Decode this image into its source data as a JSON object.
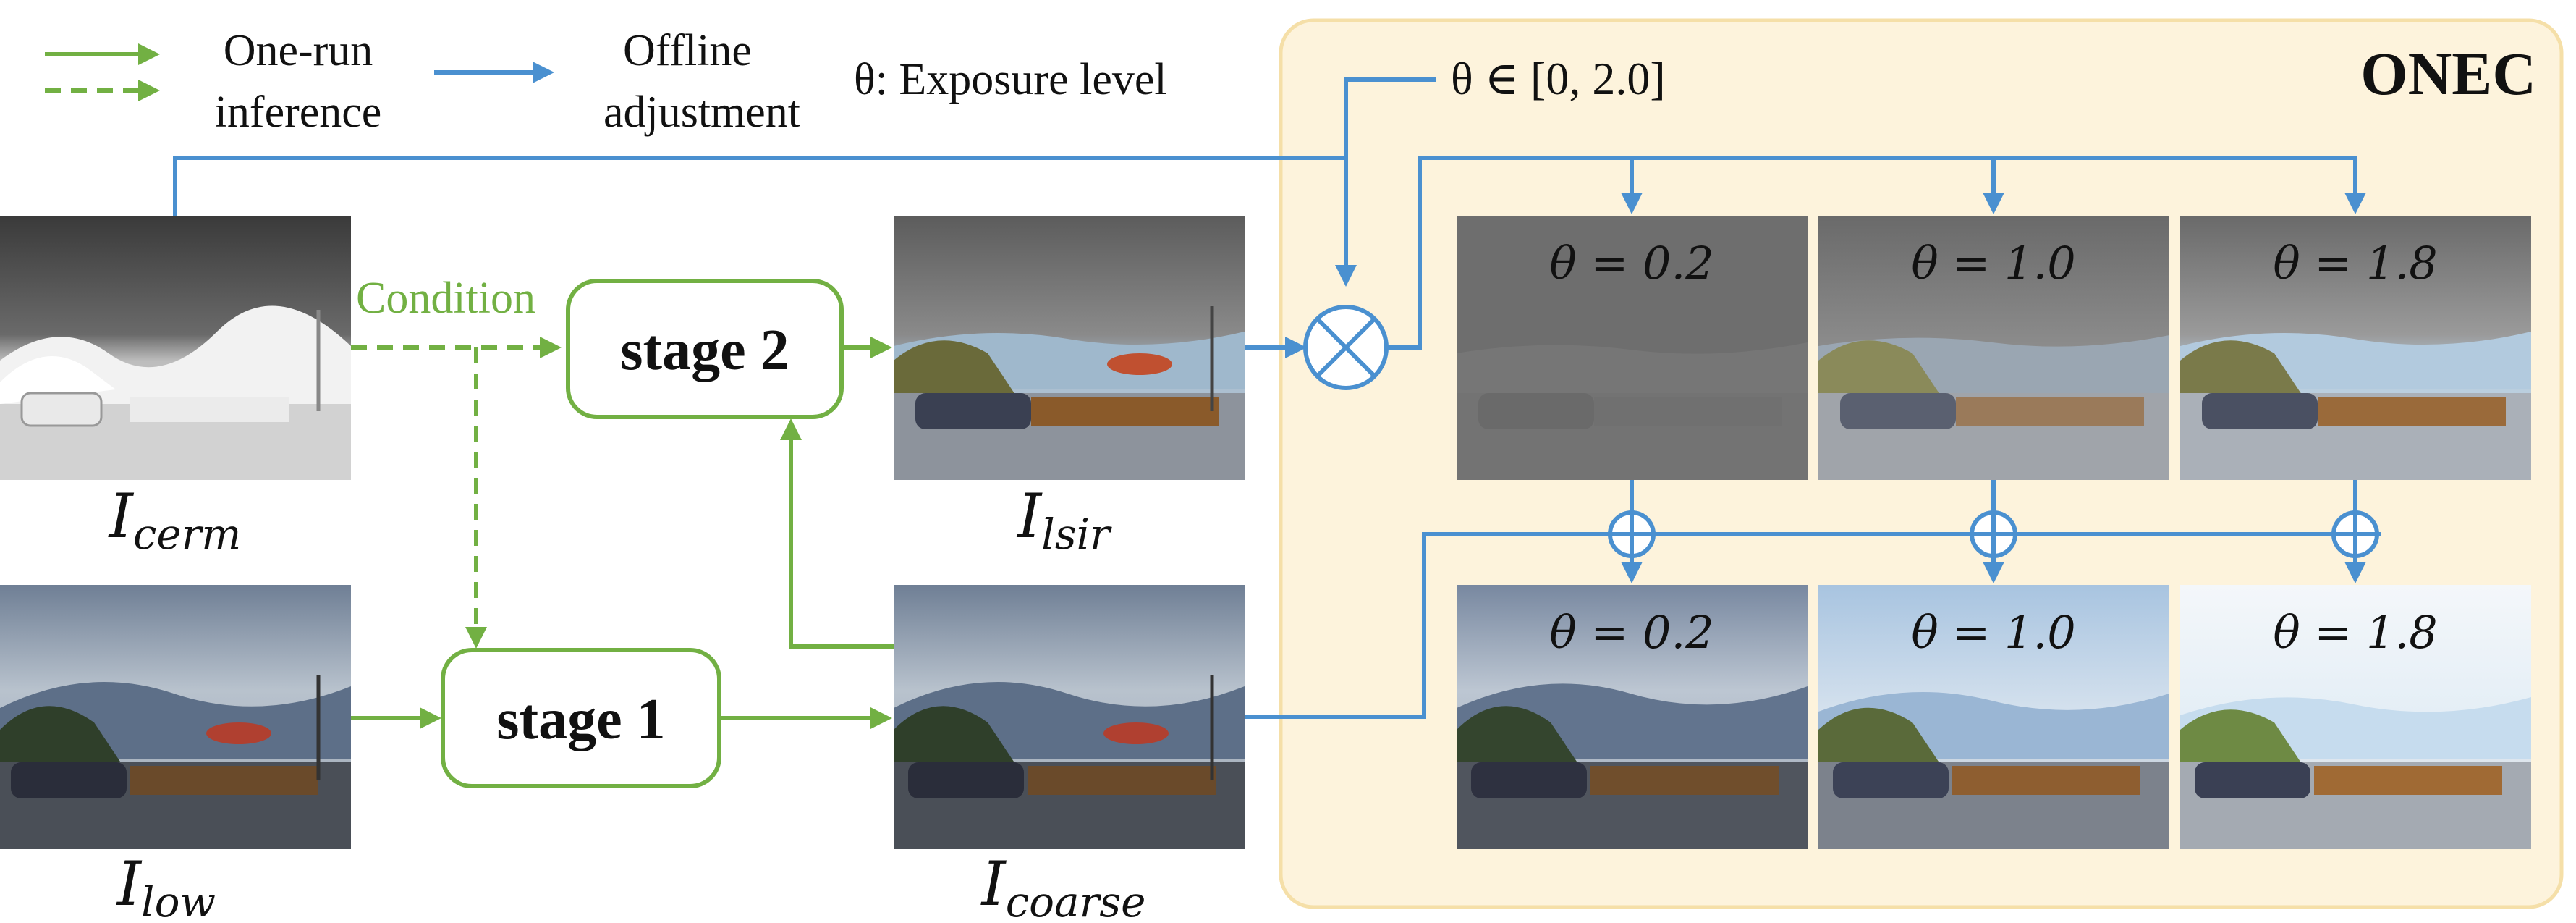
{
  "legend": {
    "one_run_label_line1": "One-run",
    "one_run_label_line2": "inference",
    "offline_label_line1": "Offline",
    "offline_label_line2": "adjustment",
    "theta_def": "θ: Exposure level"
  },
  "onec": {
    "title": "ONEC",
    "range_label": "θ ∈ [0, 2.0]",
    "top_levels": [
      "θ = 0.2",
      "θ = 1.0",
      "θ = 1.8"
    ],
    "bottom_levels": [
      "θ = 0.2",
      "θ = 1.0",
      "θ = 1.8"
    ]
  },
  "nodes": {
    "stage2": "stage 2",
    "stage1": "stage 1",
    "condition": "Condition"
  },
  "image_labels": {
    "cerm": "I_cerm",
    "cerm_base": "I",
    "cerm_sub": "cerm",
    "low_base": "I",
    "low_sub": "low",
    "lsir_base": "I",
    "lsir_sub": "lsir",
    "coarse_base": "I",
    "coarse_sub": "coarse"
  },
  "colors": {
    "green": "#72b043",
    "blue": "#4a90d0",
    "onec_bg": "#fdf3dc",
    "onec_border": "#f5dfa8"
  }
}
